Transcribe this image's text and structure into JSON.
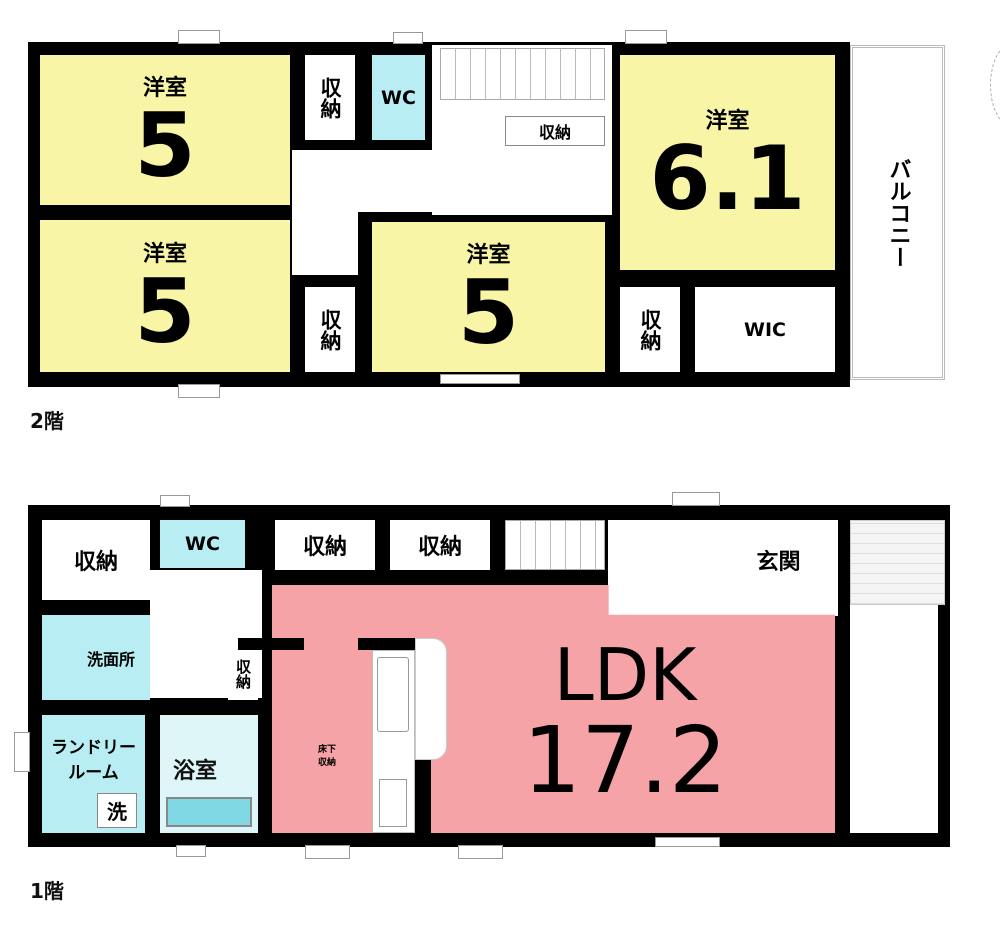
{
  "floor2": {
    "label": "2階",
    "rooms": {
      "western_top_left": {
        "name": "洋室",
        "size": "5"
      },
      "storage_a": "収納",
      "wc": "WC",
      "storage_b": "収納",
      "western_right": {
        "name": "洋室",
        "size": "6.1"
      },
      "western_bottom_left": {
        "name": "洋室",
        "size": "5"
      },
      "storage_c": "収納",
      "western_center": {
        "name": "洋室",
        "size": "5"
      },
      "storage_d": "収納",
      "wic": "WIC",
      "balcony": "バルコニー"
    }
  },
  "floor1": {
    "label": "1階",
    "rooms": {
      "storage_a": "収納",
      "wc": "WC",
      "storage_b": "収納",
      "storage_c": "収納",
      "entrance": "玄関",
      "washroom": "洗面所",
      "storage_small": "収納",
      "laundry": "ランドリールーム",
      "laundry_line1": "ランドリー",
      "laundry_line2": "ルーム",
      "washer": "洗",
      "bath": "浴室",
      "underfloor_storage_1": "床下",
      "underfloor_storage_2": "収納",
      "ldk": {
        "name": "LDK",
        "size": "17.2"
      }
    }
  },
  "colors": {
    "western_room": "#f8f6a6",
    "ldk": "#f5a3a6",
    "wet_area": "#b8eef3",
    "wall": "#000000"
  }
}
